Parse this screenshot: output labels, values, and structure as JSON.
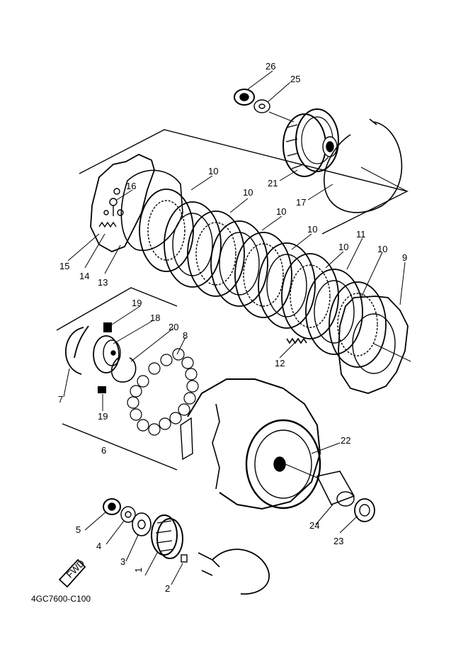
{
  "callouts": [
    {
      "id": "c1",
      "label": "1"
    },
    {
      "id": "c2",
      "label": "2"
    },
    {
      "id": "c3",
      "label": "3"
    },
    {
      "id": "c4",
      "label": "4"
    },
    {
      "id": "c5",
      "label": "5"
    },
    {
      "id": "c6",
      "label": "6"
    },
    {
      "id": "c7",
      "label": "7"
    },
    {
      "id": "c8",
      "label": "8"
    },
    {
      "id": "c9",
      "label": "9"
    },
    {
      "id": "c10a",
      "label": "10"
    },
    {
      "id": "c10b",
      "label": "10"
    },
    {
      "id": "c10c",
      "label": "10"
    },
    {
      "id": "c10d",
      "label": "10"
    },
    {
      "id": "c10e",
      "label": "10"
    },
    {
      "id": "c10f",
      "label": "10"
    },
    {
      "id": "c11",
      "label": "11"
    },
    {
      "id": "c12",
      "label": "12"
    },
    {
      "id": "c13",
      "label": "13"
    },
    {
      "id": "c14",
      "label": "14"
    },
    {
      "id": "c15",
      "label": "15"
    },
    {
      "id": "c16",
      "label": "16"
    },
    {
      "id": "c17",
      "label": "17"
    },
    {
      "id": "c18",
      "label": "18"
    },
    {
      "id": "c19a",
      "label": "19"
    },
    {
      "id": "c19b",
      "label": "19"
    },
    {
      "id": "c20",
      "label": "20"
    },
    {
      "id": "c21",
      "label": "21"
    },
    {
      "id": "c22",
      "label": "22"
    },
    {
      "id": "c23",
      "label": "23"
    },
    {
      "id": "c24",
      "label": "24"
    },
    {
      "id": "c25",
      "label": "25"
    },
    {
      "id": "c26",
      "label": "26"
    }
  ],
  "fwd_label": "FWD",
  "diagram_code": "4GC7600-C100"
}
